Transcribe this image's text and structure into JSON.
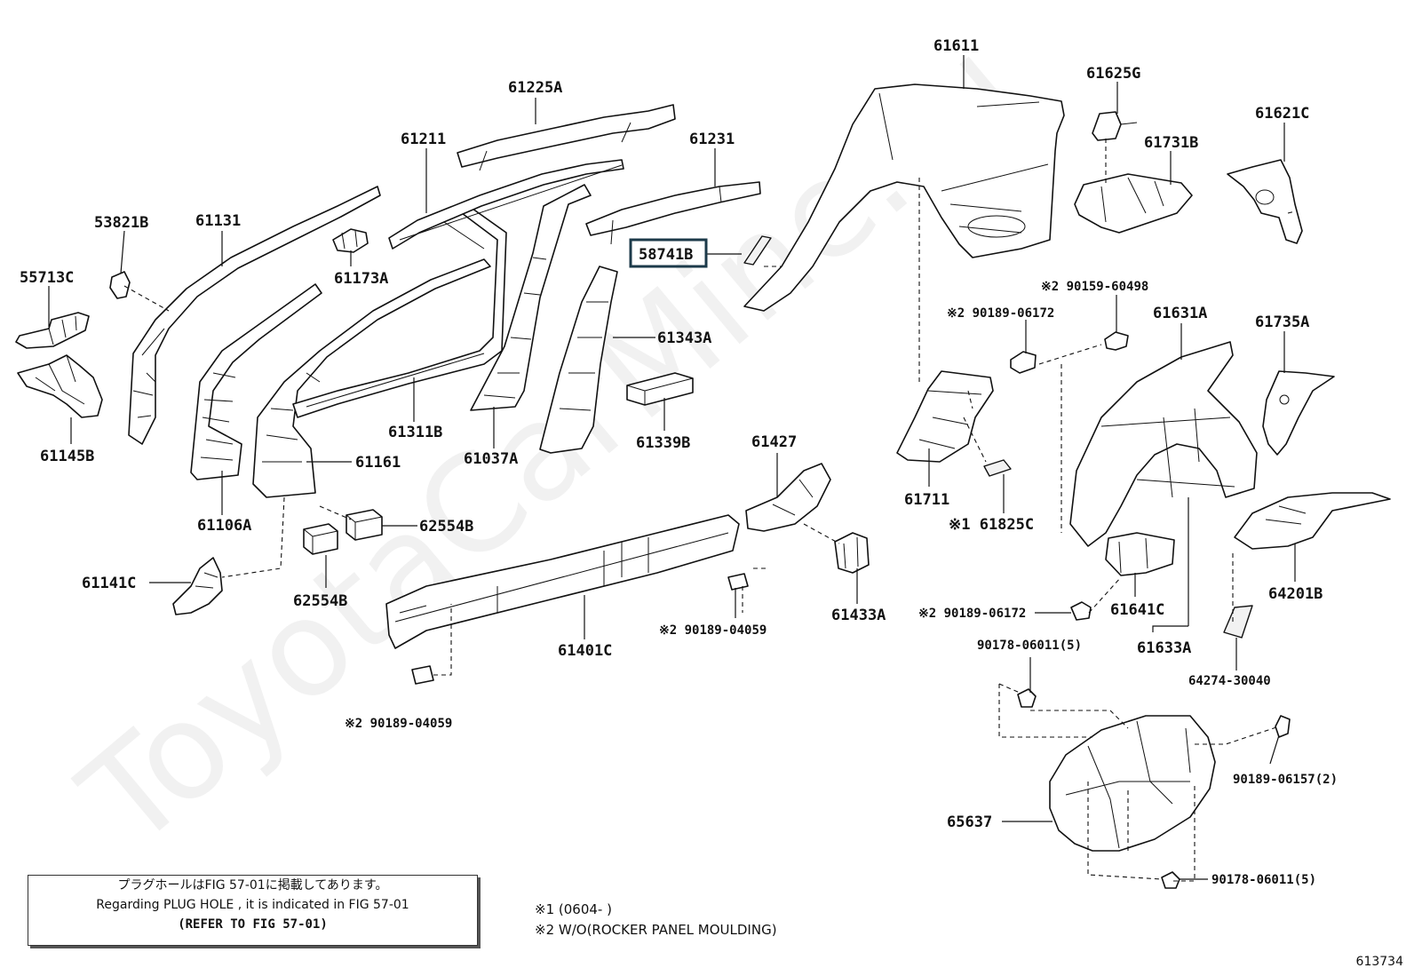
{
  "watermark": "ToyotaCarMine.ru",
  "labels": {
    "l61225a": "61225A",
    "l61211": "61211",
    "l61231": "61231",
    "l61611": "61611",
    "l61625g": "61625G",
    "l61621c": "61621C",
    "l61731b": "61731B",
    "l53821b": "53821B",
    "l61131": "61131",
    "l55713c": "55713C",
    "l61173a": "61173A",
    "l58741b": "58741B",
    "l61343a": "61343A",
    "l61145b": "61145B",
    "l61311b": "61311B",
    "l61037a": "61037A",
    "l61339b": "61339B",
    "l61161": "61161",
    "l61106a": "61106A",
    "l62554b_1": "62554B",
    "l62554b_2": "62554B",
    "l61141c": "61141C",
    "l61427": "61427",
    "l61433a": "61433A",
    "l61401c": "61401C",
    "l90189_04059_a": "※2 90189-04059",
    "l90189_04059_b": "※2 90189-04059",
    "l90159_60498": "※2 90159-60498",
    "l90189_06172_a": "※2 90189-06172",
    "l90189_06172_b": "※2 90189-06172",
    "l61631a": "61631A",
    "l61735a": "61735A",
    "l61711": "61711",
    "l61825c": "※1 61825C",
    "l61641c": "61641C",
    "l61633a": "61633A",
    "l64201b": "64201B",
    "l64274_30040": "64274-30040",
    "l90178_06011_a": "90178-06011(5)",
    "l90178_06011_b": "90178-06011(5)",
    "l90189_06157": "90189-06157(2)",
    "l65637": "65637"
  },
  "note": {
    "japanese": "プラグホールはFIG 57-01に掲載してあります。",
    "english": "Regarding  PLUG  HOLE , it is indicated in FIG  57-01",
    "refer": "(REFER TO FIG 57-01)"
  },
  "footnotes": {
    "n1": "※1 (0604-        )",
    "n2": "※2 W/O(ROCKER PANEL MOULDING)"
  },
  "figure_number": "613734"
}
